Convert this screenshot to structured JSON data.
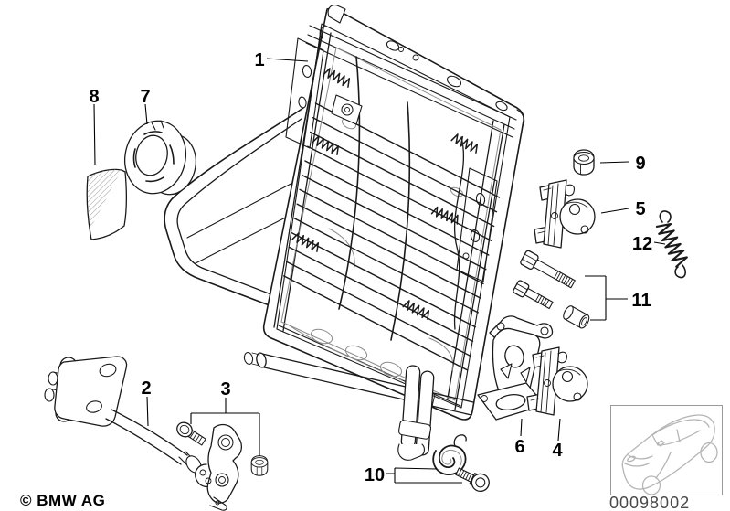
{
  "diagram": {
    "type": "exploded-parts-diagram",
    "subject": "seat backrest frame",
    "callouts": [
      {
        "label": "1"
      },
      {
        "label": "2"
      },
      {
        "label": "3"
      },
      {
        "label": "4"
      },
      {
        "label": "5"
      },
      {
        "label": "6"
      },
      {
        "label": "7"
      },
      {
        "label": "8"
      },
      {
        "label": "9"
      },
      {
        "label": "10"
      },
      {
        "label": "11"
      },
      {
        "label": "12"
      }
    ]
  },
  "footer": {
    "copyright": "© BMW AG",
    "image_number": "00098002"
  },
  "thumbnail": {
    "icon": "bmw-sedan-outline-icon"
  },
  "colors": {
    "background": "#ffffff",
    "line": "#1a1a1a",
    "light_line": "#8a8a8a",
    "hatch": "#9a9a9a",
    "car_line": "#b5b5b5",
    "box_border": "#9a9a9a",
    "label_text": "#000000",
    "part_number_text": "#484848"
  }
}
